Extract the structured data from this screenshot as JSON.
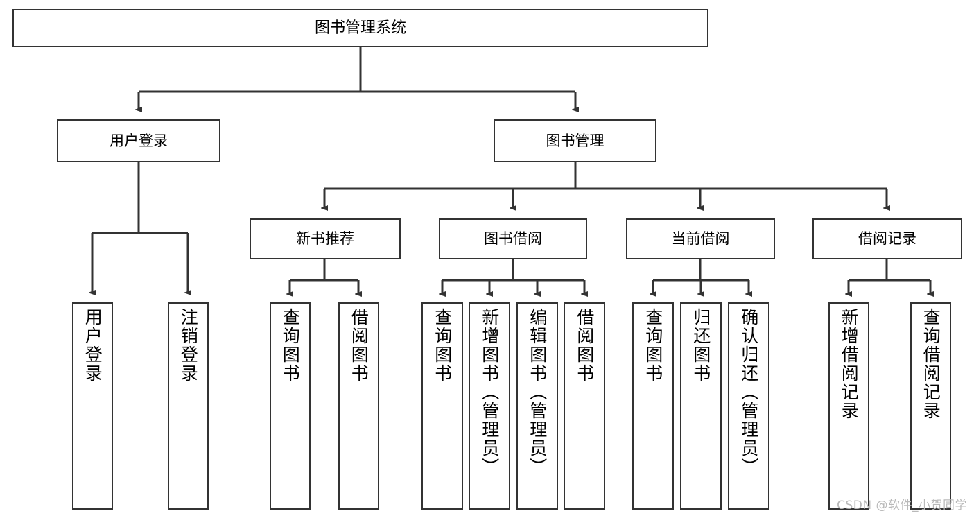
{
  "diagram": {
    "title": "图书管理系统",
    "type": "tree-structure-chart",
    "line_color": "#333333",
    "box_fill": "#ffffff",
    "text_color": "#000000",
    "watermark": "CSDN @软件_小贺同学",
    "nodes": {
      "root": {
        "label": "图书管理系统"
      },
      "level1": [
        {
          "id": "user-login",
          "label": "用户登录"
        },
        {
          "id": "book-manage",
          "label": "图书管理"
        }
      ],
      "level2": [
        {
          "id": "new-book-recommend",
          "label": "新书推荐"
        },
        {
          "id": "book-borrow",
          "label": "图书借阅"
        },
        {
          "id": "current-borrow",
          "label": "当前借阅"
        },
        {
          "id": "borrow-record",
          "label": "借阅记录"
        }
      ],
      "leaves": {
        "user-login": [
          {
            "id": "leaf-user-login",
            "label": "用户登录"
          },
          {
            "id": "leaf-user-logout",
            "label": "注销登录"
          }
        ],
        "new-book-recommend": [
          {
            "id": "leaf-query-book-1",
            "label": "查询图书"
          },
          {
            "id": "leaf-borrow-book-1",
            "label": "借阅图书"
          }
        ],
        "book-borrow": [
          {
            "id": "leaf-query-book-2",
            "label": "查询图书"
          },
          {
            "id": "leaf-add-book",
            "label": "新增图书（管理员）"
          },
          {
            "id": "leaf-edit-book",
            "label": "编辑图书（管理员）"
          },
          {
            "id": "leaf-borrow-book-2",
            "label": "借阅图书"
          }
        ],
        "current-borrow": [
          {
            "id": "leaf-query-book-3",
            "label": "查询图书"
          },
          {
            "id": "leaf-return-book",
            "label": "归还图书"
          },
          {
            "id": "leaf-confirm-return",
            "label": "确认归还（管理员）"
          }
        ],
        "borrow-record": [
          {
            "id": "leaf-add-record",
            "label": "新增借阅记录"
          },
          {
            "id": "leaf-query-record",
            "label": "查询借阅记录"
          }
        ]
      }
    }
  }
}
